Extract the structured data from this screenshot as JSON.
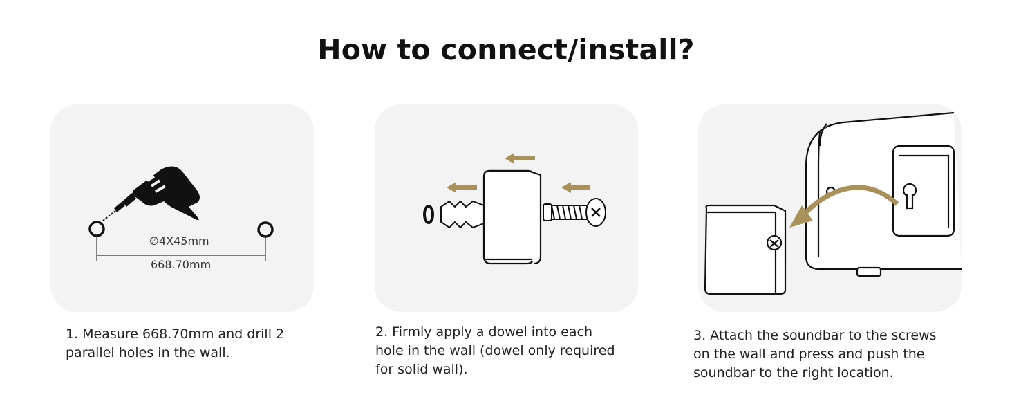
{
  "page": {
    "title": "How to connect/install?"
  },
  "steps": [
    {
      "text": "1. Measure 668.70mm and drill 2\nparallel holes in the wall.",
      "hole_spec": "∅4X45mm",
      "distance": "668.70mm",
      "icons": [
        "drill-icon",
        "drill-hole-icon"
      ]
    },
    {
      "text": "2. Firmly apply a dowel into each\nhole in the wall (dowel only required\nfor solid wall).",
      "icons": [
        "dowel-icon",
        "mount-block-icon",
        "screw-icon",
        "arrow-left-icon"
      ]
    },
    {
      "text": "3. Attach the soundbar to the screws\non the wall and press and push the\nsoundbar to the right location.",
      "icons": [
        "soundbar-icon",
        "keyhole-icon",
        "curved-arrow-icon",
        "mount-block-icon"
      ]
    }
  ],
  "colors": {
    "card_bg": "#f3f3f3",
    "arrow_gold": "#a8915a",
    "line": "#111111"
  }
}
